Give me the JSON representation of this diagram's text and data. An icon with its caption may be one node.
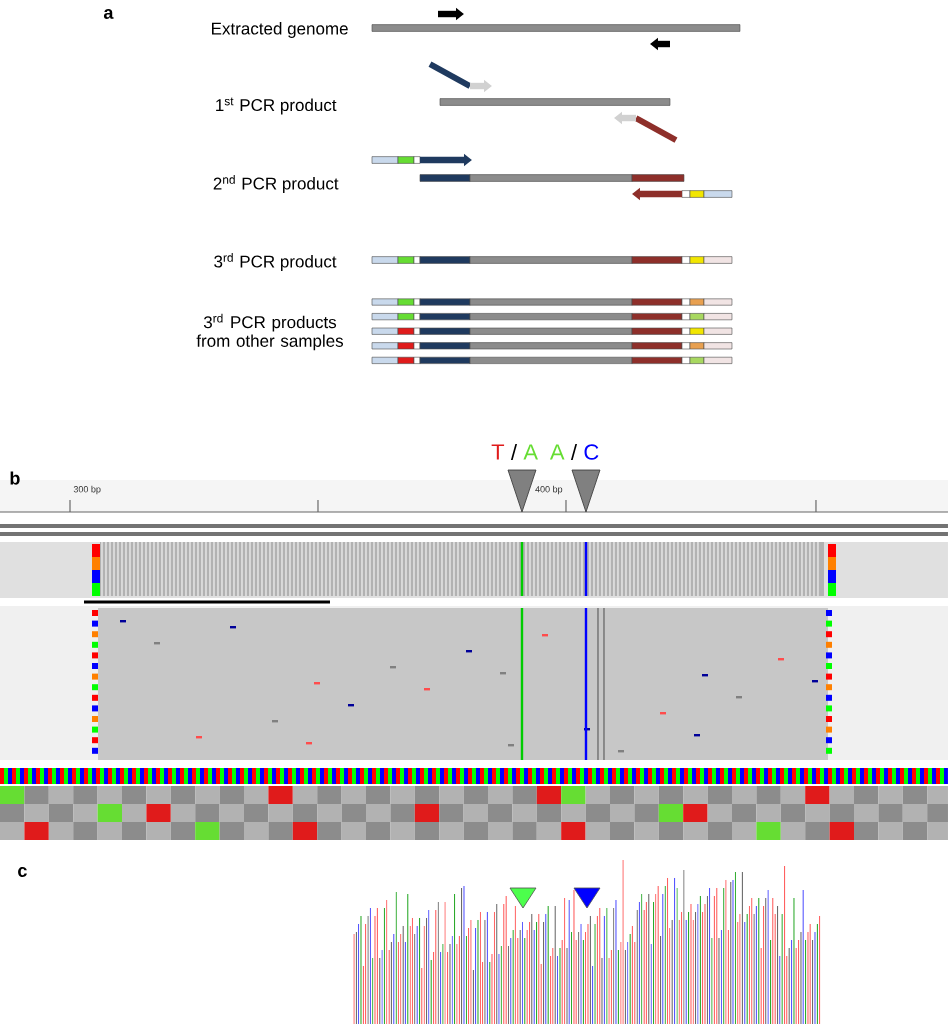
{
  "diagram": {
    "labels": [
      "a",
      "Extracted genome",
      "1$^{st}$ PCR product",
      "2$^{nd}$ PCR product",
      "3$^{rd}$ PCR product",
      "3$^{rd}$ PCR products from other samples",
      "T",
      "/",
      "A",
      "A",
      "/",
      "C",
      "b",
      "300 bp",
      "400 bp",
      "c"
    ]
  }
}
